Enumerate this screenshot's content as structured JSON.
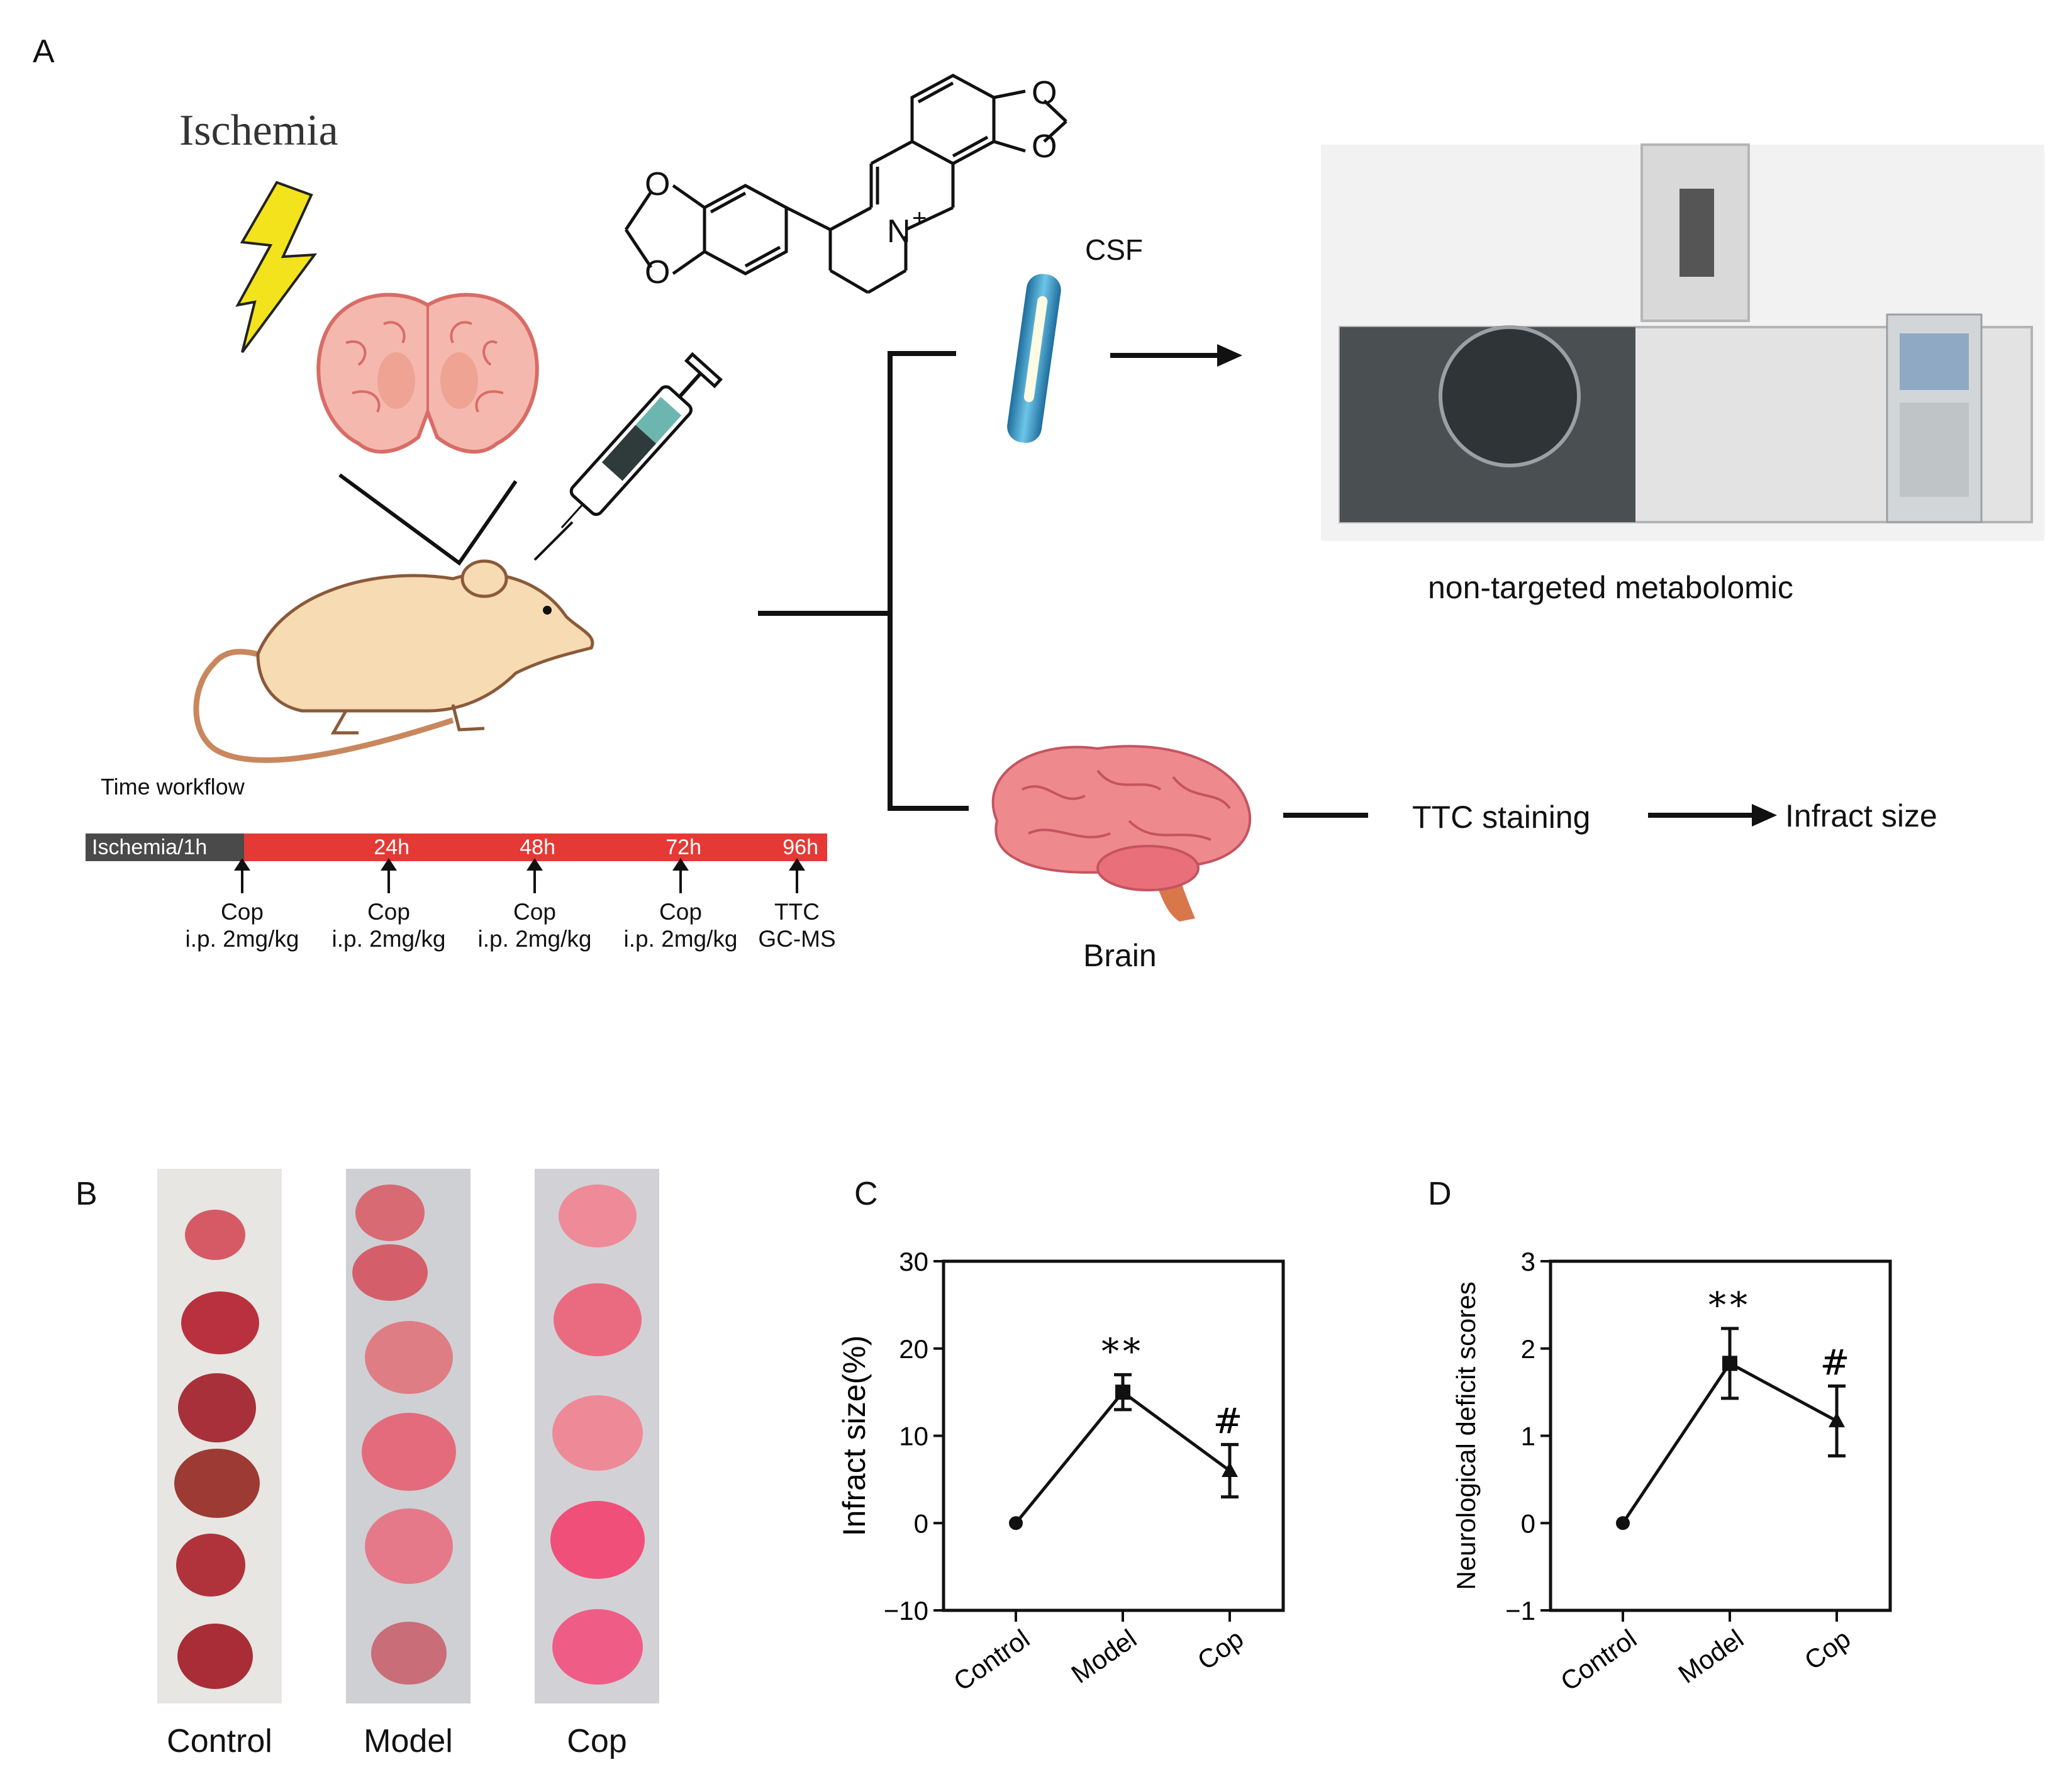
{
  "panels": {
    "a": "A",
    "b": "B",
    "c": "C",
    "d": "D"
  },
  "workflow": {
    "ischemia_title": "Ischemia",
    "compound_charge": "+",
    "compound_n": "N",
    "compound_o": "O",
    "csf_label": "CSF",
    "metabolomics_label": "non-targeted metabolomic",
    "brain_label": "Brain",
    "ttc_label": "TTC staining",
    "infract_label": "Infract size"
  },
  "timeline": {
    "title": "Time workflow",
    "segments": [
      "Ischemia/1h",
      "24h",
      "48h",
      "72h",
      "96h"
    ],
    "doses": [
      {
        "line1": "Cop",
        "line2": "i.p. 2mg/kg"
      },
      {
        "line1": "Cop",
        "line2": "i.p. 2mg/kg"
      },
      {
        "line1": "Cop",
        "line2": "i.p. 2mg/kg"
      },
      {
        "line1": "Cop",
        "line2": "i.p. 2mg/kg"
      },
      {
        "line1": "TTC",
        "line2": "GC-MS"
      }
    ],
    "colors": {
      "initial": "#4a4a4a",
      "bar": "#e53935"
    }
  },
  "photos": {
    "labels": [
      "Control",
      "Model",
      "Cop"
    ]
  },
  "chart_data": [
    {
      "type": "line",
      "panel": "C",
      "categories": [
        "Control",
        "Model",
        "Cop"
      ],
      "values": [
        0,
        15,
        6
      ],
      "errors": [
        0,
        2,
        3
      ],
      "markers": [
        "circle",
        "square",
        "triangle"
      ],
      "significance": [
        "",
        "**",
        "#"
      ],
      "xlabel": "",
      "ylabel": "Infract size(%)",
      "ylim": [
        -10,
        30
      ],
      "yticks": [
        "-10",
        "0",
        "10",
        "20",
        "30"
      ],
      "grid": false
    },
    {
      "type": "line",
      "panel": "D",
      "categories": [
        "Control",
        "Model",
        "Cop"
      ],
      "values": [
        0,
        1.83,
        1.17
      ],
      "errors": [
        0,
        0.4,
        0.4
      ],
      "markers": [
        "circle",
        "square",
        "triangle"
      ],
      "significance": [
        "",
        "**",
        "#"
      ],
      "xlabel": "",
      "ylabel": "Neurological deficit scores",
      "ylim": [
        -1,
        3
      ],
      "yticks": [
        "-1",
        "0",
        "1",
        "2",
        "3"
      ],
      "grid": false
    }
  ]
}
